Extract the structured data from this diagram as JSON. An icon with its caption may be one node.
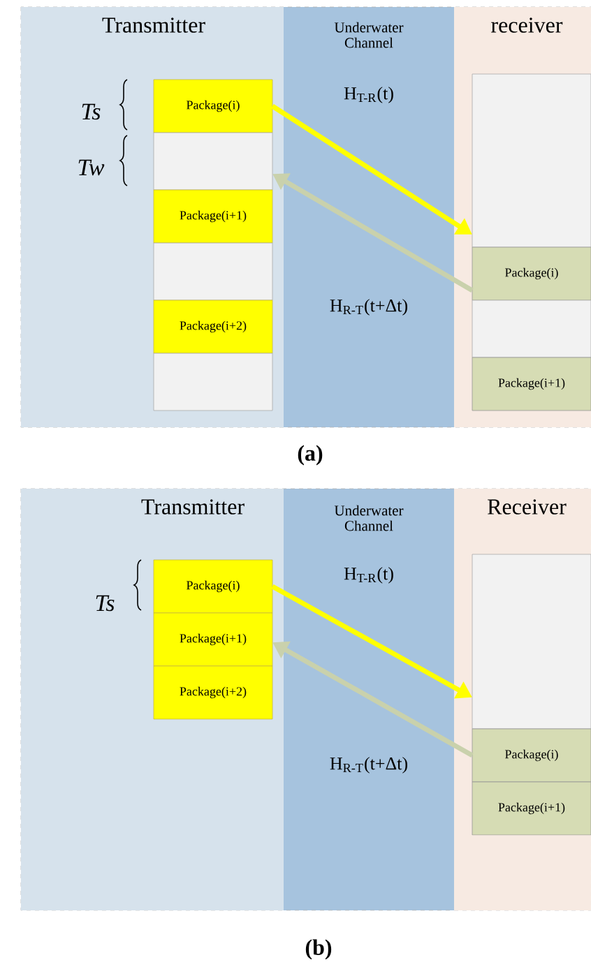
{
  "diagram": {
    "nodes": [
      {
        "text": [
          "Transmitter"
        ]
      },
      {
        "text": [
          "receiver"
        ]
      },
      {
        "text": [
          "Package(i)"
        ],
        "in": 0
      },
      {
        "text": [],
        "shape": "box",
        "in": 0
      },
      {
        "text": [
          "Package(i+1)"
        ],
        "in": 0
      },
      {
        "text": [],
        "shape": "box",
        "in": 0
      },
      {
        "text": [
          "Package(i+2)"
        ],
        "in": 0
      },
      {
        "text": [],
        "shape": "box",
        "in": 0
      },
      {
        "text": [],
        "shape": "box",
        "in": 1
      },
      {
        "text": [
          "Package(i)"
        ],
        "in": 1
      },
      {
        "text": [],
        "shape": "box",
        "in": 1
      },
      {
        "text": [
          "Package(i+1)"
        ],
        "in": 1
      },
      {
        "text": [
          "Transmitter"
        ]
      },
      {
        "text": [
          "Receiver"
        ]
      },
      {
        "text": [
          "Package(i)"
        ],
        "in": 12
      },
      {
        "text": [
          "Package(i+1)"
        ],
        "in": 12
      },
      {
        "text": [
          "Package(i+2)"
        ],
        "in": 12
      },
      {
        "text": [],
        "shape": "box",
        "in": 13
      },
      {
        "text": [
          "Package(i)"
        ],
        "in": 13
      },
      {
        "text": [
          "Package(i+1)"
        ],
        "in": 13
      }
    ],
    "edges": [
      {
        "from": 2,
        "to": 8,
        "arrow": "to",
        "color": "#ffff00"
      },
      {
        "from": 9,
        "to": 3,
        "arrow": "to",
        "color": "#c9d1ac"
      },
      {
        "from": 14,
        "to": 17,
        "arrow": "to",
        "color": "#ffff00"
      },
      {
        "from": 18,
        "to": 15,
        "arrow": "to",
        "color": "#c9d1ac"
      }
    ],
    "labels": [
      "Underwater Channel",
      "H$_{T-R}$(t)",
      "Ts",
      "Tw",
      "H$_{R-T}$(t+Δt)",
      "(a)",
      "Underwater Channel",
      "H$_{T-R}$(t)",
      "Ts",
      "H$_{R-T}$(t+Δt)",
      "(b)"
    ]
  }
}
